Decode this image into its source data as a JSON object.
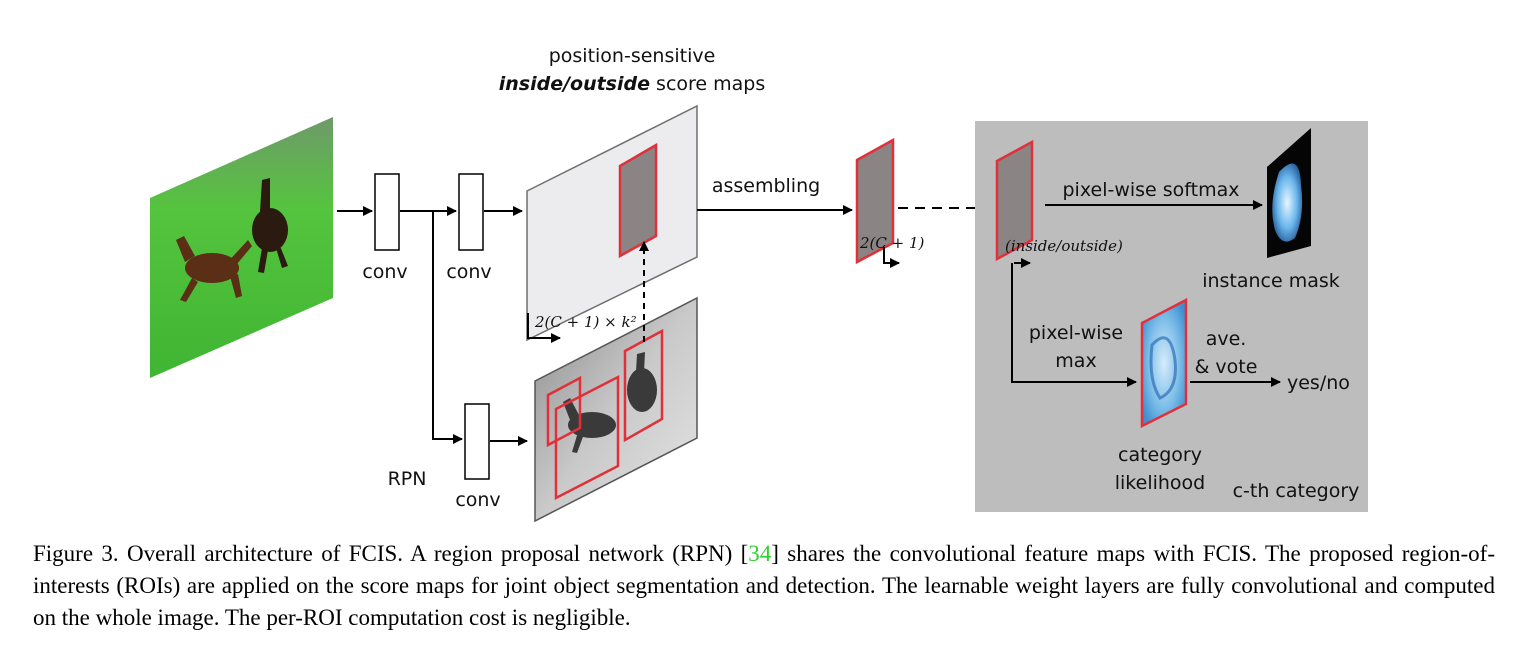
{
  "figure": {
    "title_line1": "position-sensitive",
    "title_emph": "inside/outside",
    "title_rest": " score maps",
    "labels": {
      "conv1": "conv",
      "conv2": "conv",
      "conv3": "conv",
      "rpn": "RPN",
      "assembling": "assembling",
      "dim_maps": "2(C + 1) × k²",
      "dim_assembled": "2(C + 1)",
      "inside_outside": "(inside/outside)",
      "softmax": "pixel-wise softmax",
      "instance_mask": "instance mask",
      "pixelwise_max_1": "pixel-wise",
      "pixelwise_max_2": "max",
      "ave_vote_1": "ave.",
      "ave_vote_2": "& vote",
      "yes_no": "yes/no",
      "category_1": "category",
      "category_2": "likelihood",
      "cth_category": "c-th category"
    },
    "colors": {
      "roi_red": "#e0303a",
      "panel_gray": "#bdbdbd",
      "scoremap_gray": "#ecebed",
      "grass_green": "#4fc23c",
      "mask_blue": "#6ab6ec",
      "ref_green": "#2fd12f"
    }
  },
  "caption": {
    "part1": "Figure 3. Overall architecture of FCIS. A region proposal network (RPN) [",
    "ref": "34",
    "part2": "] shares the convolutional feature maps with FCIS. The proposed region-of-interests (ROIs) are applied on the score maps for joint object segmentation and detection. The learnable weight layers are fully convolutional and computed on the whole image. The per-ROI computation cost is negligible."
  }
}
